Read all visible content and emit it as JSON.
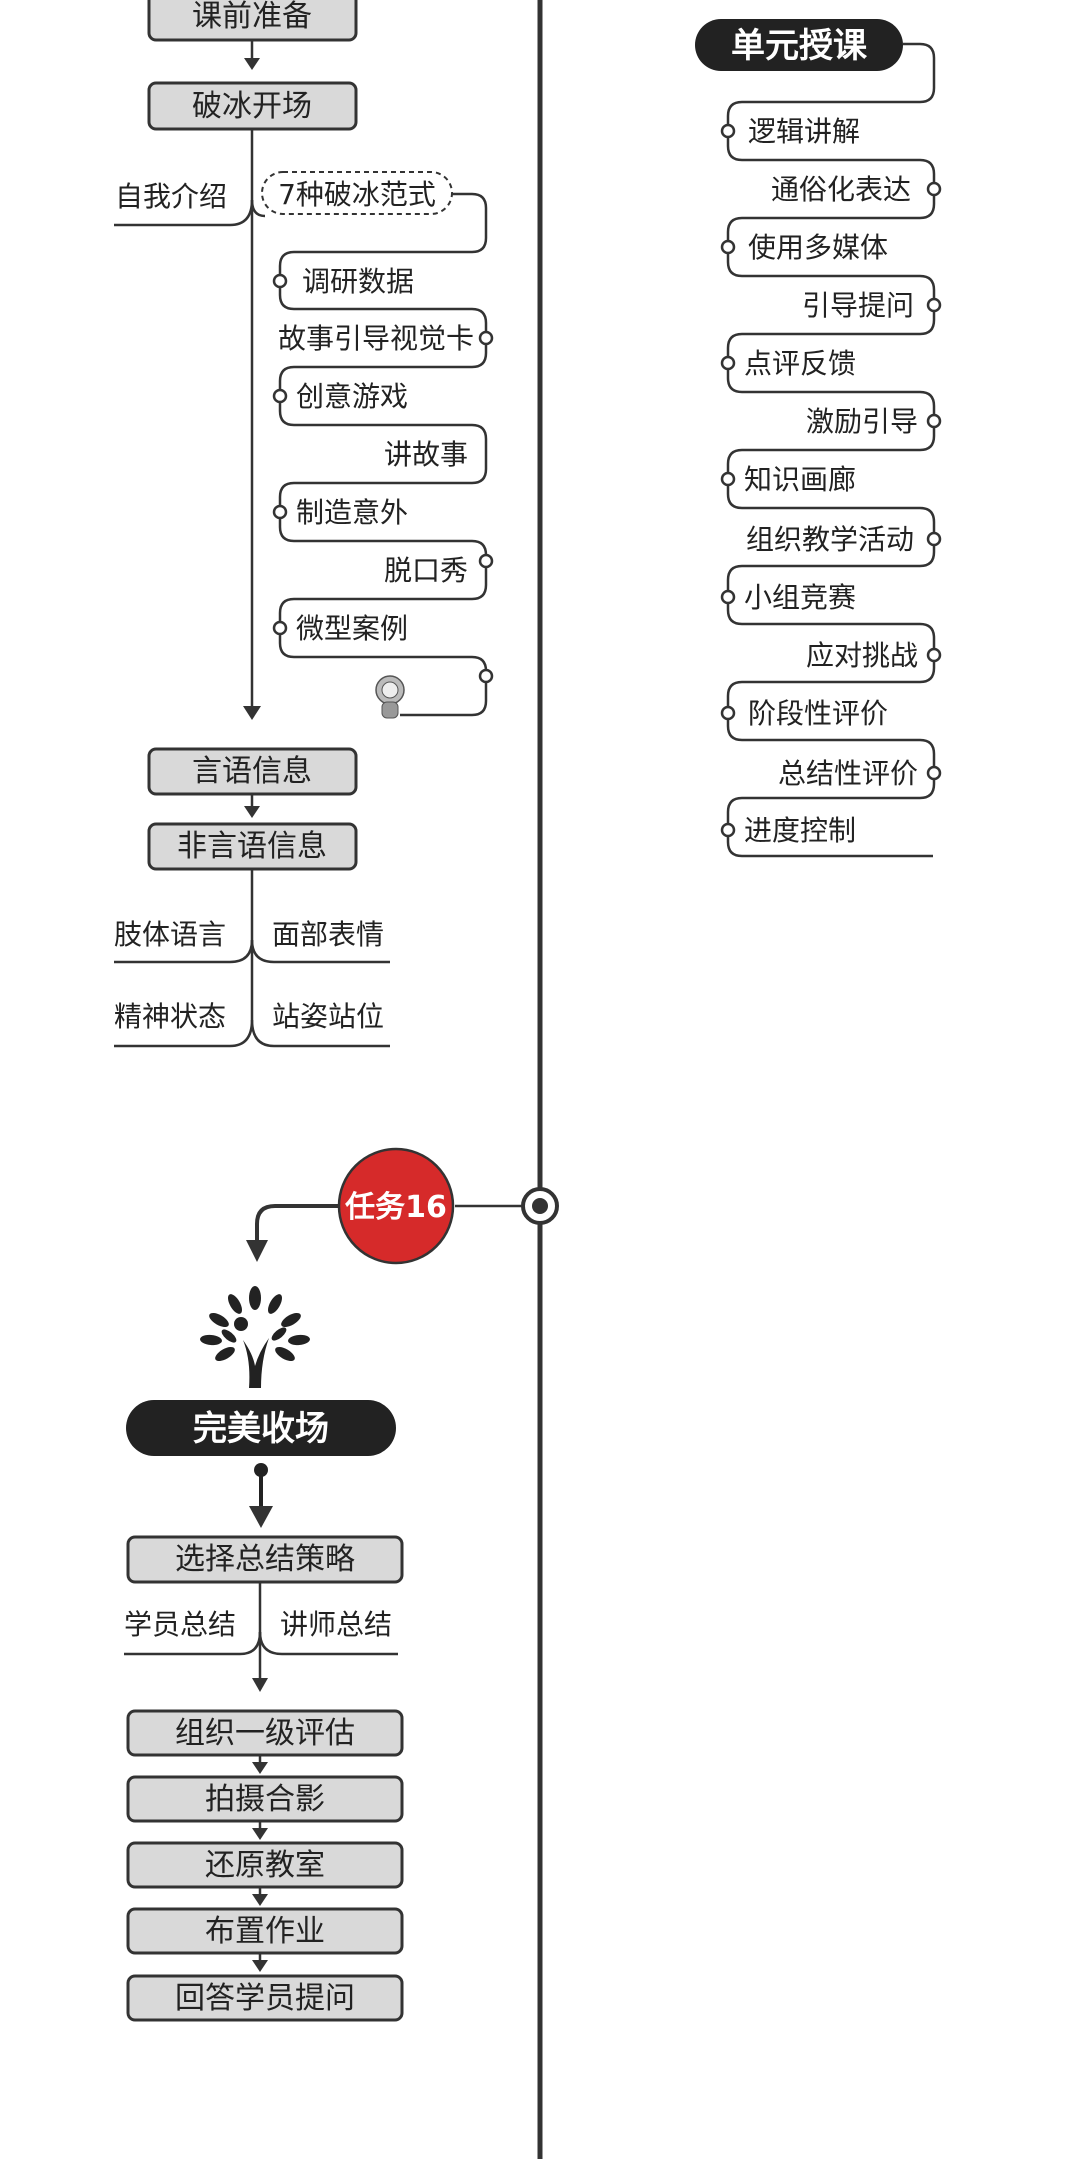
{
  "left_top": {
    "prep": "课前准备",
    "icebreak": "破冰开场",
    "self_intro": "自我介绍",
    "icebreak_types": "7种破冰范式",
    "types": [
      "调研数据",
      "故事引导视觉卡",
      "创意游戏",
      "讲故事",
      "制造意外",
      "脱口秀",
      "微型案例"
    ]
  },
  "left_mid": {
    "verbal": "言语信息",
    "nonverbal": "非言语信息",
    "body_language": "肢体语言",
    "facial": "面部表情",
    "spirit": "精神状态",
    "posture": "站姿站位"
  },
  "right": {
    "title": "单元授课",
    "items": [
      "逻辑讲解",
      "通俗化表达",
      "使用多媒体",
      "引导提问",
      "点评反馈",
      "激励引导",
      "知识画廊",
      "组织教学活动",
      "小组竞赛",
      "应对挑战",
      "阶段性评价",
      "总结性评价",
      "进度控制"
    ]
  },
  "task": {
    "badge": "任务16",
    "color": "#d62a2a"
  },
  "finish": {
    "title": "完美收场",
    "strategy": "选择总结策略",
    "learner": "学员总结",
    "trainer": "讲师总结",
    "steps": [
      "组织一级评估",
      "拍摄合影",
      "还原教室",
      "布置作业",
      "回答学员提问"
    ]
  }
}
